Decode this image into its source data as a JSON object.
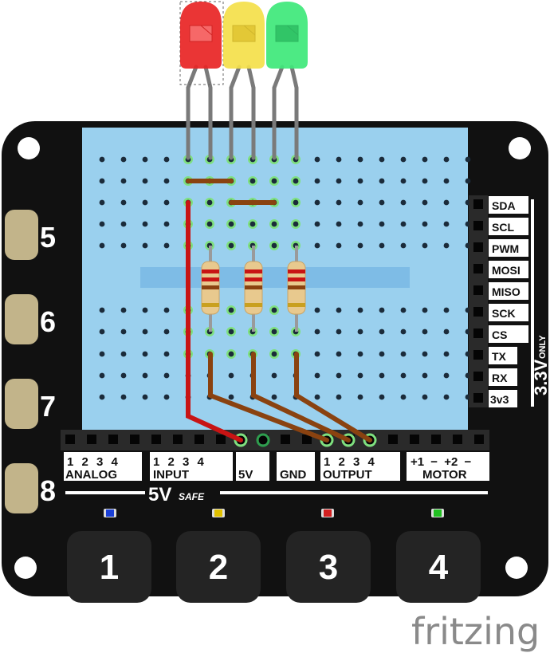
{
  "side_labels": [
    "5",
    "6",
    "7",
    "8"
  ],
  "right_pins": [
    "SDA",
    "SCL",
    "PWM",
    "MOSI",
    "MISO",
    "SCK",
    "CS",
    "TX",
    "RX",
    "3v3"
  ],
  "voltage_note": {
    "value": "3.3V",
    "suffix": "ONLY"
  },
  "bottom_groups": [
    {
      "numbers": "1 2 3 4",
      "label": "ANALOG"
    },
    {
      "numbers": "1 2 3 4",
      "label": "INPUT"
    },
    {
      "numbers": "",
      "label": "5V"
    },
    {
      "numbers": "",
      "label": "GND"
    },
    {
      "numbers": "1 2 3 4",
      "label": "OUTPUT"
    },
    {
      "numbers": "+1 − +2 −",
      "label": "MOTOR"
    }
  ],
  "safe_note": {
    "value": "5V",
    "suffix": "SAFE"
  },
  "indicator_colors": [
    "#1a3fd6",
    "#e0c000",
    "#d42020",
    "#22c022"
  ],
  "buttons": [
    "1",
    "2",
    "3",
    "4"
  ],
  "leds": [
    {
      "color": "red",
      "fill": "#e82424"
    },
    {
      "color": "yellow",
      "fill": "#f4e04a"
    },
    {
      "color": "green",
      "fill": "#3ee87a"
    }
  ],
  "watermark": "fritzing",
  "colors": {
    "board": "#111111",
    "breadboard": "#9ad0ee",
    "trench": "#7ebce6",
    "wire_red": "#c81414",
    "wire_brown": "#8a4210",
    "pad": "#c2b48a"
  }
}
